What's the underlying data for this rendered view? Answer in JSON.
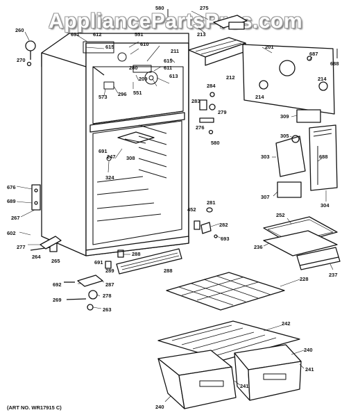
{
  "watermark": "AppliancePartsPros.com",
  "art_number": "(ART NO. WR17915 C)",
  "labels": {
    "l260": "260",
    "l270": "270",
    "l691a": "691",
    "l612": "612",
    "l551a": "551",
    "l615a": "615",
    "l610": "610",
    "l580a": "580",
    "l275": "275",
    "l213": "213",
    "l201": "201",
    "l687": "687",
    "l688a": "688",
    "l212": "212",
    "l211": "211",
    "l615b": "615",
    "l611": "611",
    "l280": "280",
    "l209": "209",
    "l613": "613",
    "l573": "573",
    "l296": "296",
    "l551b": "551",
    "l284": "284",
    "l214a": "214",
    "l214b": "214",
    "l283": "283",
    "l279": "279",
    "l276": "276",
    "l580b": "580",
    "l309": "309",
    "l305": "305",
    "l691b": "691",
    "l247": "247",
    "l308": "308",
    "l324": "324",
    "l303": "303",
    "l688b": "688",
    "l307": "307",
    "l304": "304",
    "l676": "676",
    "l689": "689",
    "l267": "267",
    "l452": "452",
    "l281": "281",
    "l282": "282",
    "l252": "252",
    "l693": "693",
    "l602": "602",
    "l277": "277",
    "l236": "236",
    "l288a": "288",
    "l264": "264",
    "l265": "265",
    "l691c": "691",
    "l289": "289",
    "l288b": "288",
    "l237": "237",
    "l228": "228",
    "l692": "692",
    "l287": "287",
    "l269": "269",
    "l278": "278",
    "l263": "263",
    "l242": "242",
    "l240a": "240",
    "l241a": "241",
    "l241b": "241",
    "l240b": "240"
  }
}
